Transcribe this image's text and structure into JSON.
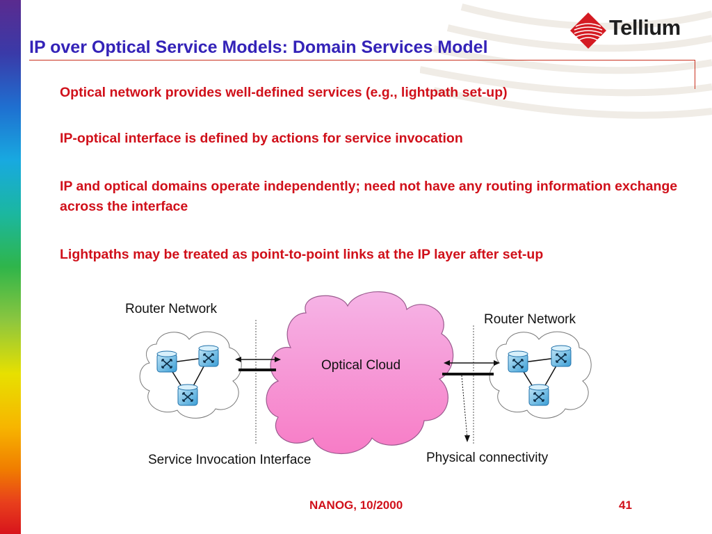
{
  "slide": {
    "title": "IP over Optical Service Models: Domain Services Model",
    "logo_text": "Tellium",
    "bullets": [
      "Optical network provides well-defined services (e.g., lightpath set-up)",
      "IP-optical interface is defined by actions for service invocation",
      "IP and optical domains operate independently; need not have any routing information exchange across the interface",
      "Lightpaths may be treated as point-to-point links at the IP layer after set-up"
    ],
    "diagram": {
      "router_network_left": "Router Network",
      "router_network_right": "Router Network",
      "optical_cloud": "Optical Cloud",
      "service_invocation_interface": "Service Invocation Interface",
      "physical_connectivity": "Physical connectivity"
    },
    "footer": {
      "event": "NANOG, 10/2000",
      "page_number": "41"
    },
    "colors": {
      "title": "#3423b8",
      "bullet_text": "#d0101a",
      "optical_cloud": "#f79ad4"
    }
  }
}
